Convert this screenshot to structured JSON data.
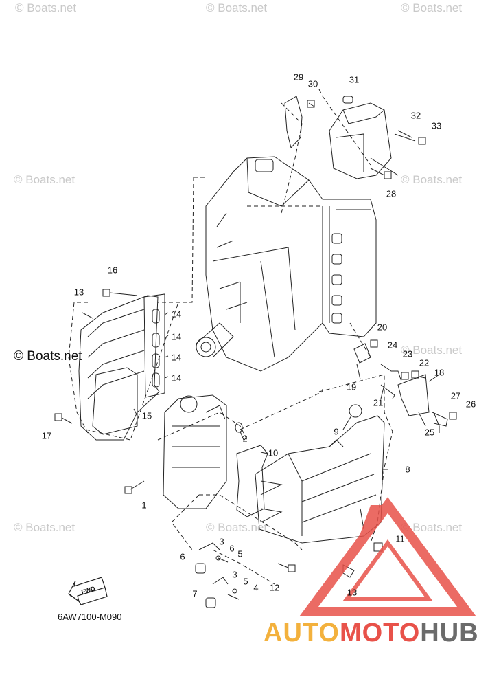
{
  "watermarks": {
    "text": "© Boats.net"
  },
  "diagram": {
    "code": "6AW7100-M090",
    "fwd_label": "FWD",
    "callouts": [
      "1",
      "2",
      "3",
      "3",
      "4",
      "4",
      "5",
      "5",
      "6",
      "6",
      "7",
      "8",
      "9",
      "10",
      "11",
      "12",
      "13",
      "14",
      "14",
      "14",
      "14",
      "15",
      "16",
      "17",
      "18",
      "19",
      "20",
      "21",
      "22",
      "23",
      "24",
      "25",
      "26",
      "27",
      "28",
      "29",
      "30",
      "31",
      "32",
      "33"
    ]
  },
  "logo": {
    "part1": "AUTO",
    "part2": "MOTO",
    "part3": "HUB",
    "colors": {
      "auto": "#f3b13d",
      "moto": "#e8524a",
      "hub": "#6b6b6b",
      "triangle": "#e8524a"
    }
  }
}
